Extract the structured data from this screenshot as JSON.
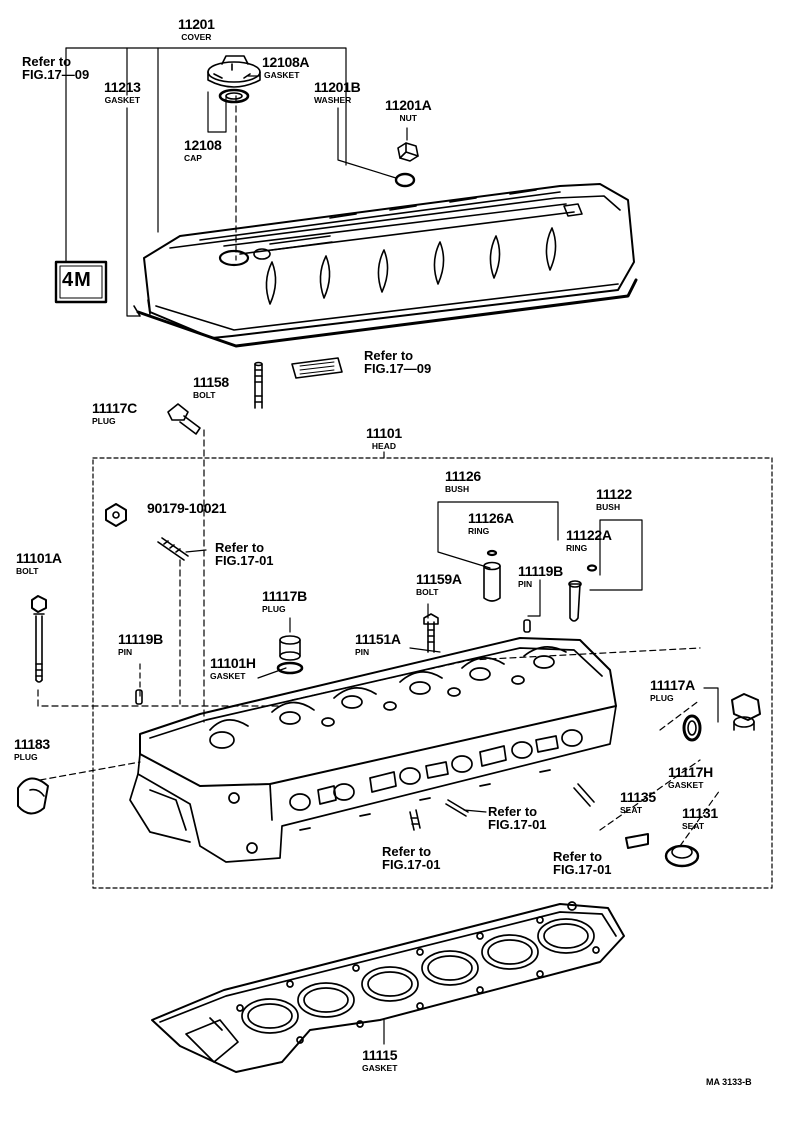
{
  "parts": [
    {
      "id": "cover",
      "number": "11201",
      "name": "COVER"
    },
    {
      "id": "gasket-cover",
      "number": "11213",
      "name": "GASKET"
    },
    {
      "id": "gasket-cap",
      "number": "12108A",
      "name": "GASKET"
    },
    {
      "id": "cap",
      "number": "12108",
      "name": "CAP"
    },
    {
      "id": "washer",
      "number": "11201B",
      "name": "WASHER"
    },
    {
      "id": "nut",
      "number": "11201A",
      "name": "NUT"
    },
    {
      "id": "bolt-11158",
      "number": "11158",
      "name": "BOLT"
    },
    {
      "id": "plug-11117c",
      "number": "11117C",
      "name": "PLUG"
    },
    {
      "id": "head",
      "number": "11101",
      "name": "HEAD"
    },
    {
      "id": "bush-11126",
      "number": "11126",
      "name": "BUSH"
    },
    {
      "id": "ring-11126a",
      "number": "11126A",
      "name": "RING"
    },
    {
      "id": "bush-11122",
      "number": "11122",
      "name": "BUSH"
    },
    {
      "id": "ring-11122a",
      "number": "11122A",
      "name": "RING"
    },
    {
      "id": "bolt-11159a",
      "number": "11159A",
      "name": "BOLT"
    },
    {
      "id": "pin-11119b-right",
      "number": "11119B",
      "name": "PIN"
    },
    {
      "id": "bolt-11101a",
      "number": "11101A",
      "name": "BOLT"
    },
    {
      "id": "plug-11117b",
      "number": "11117B",
      "name": "PLUG"
    },
    {
      "id": "pin-11151a",
      "number": "11151A",
      "name": "PIN"
    },
    {
      "id": "pin-11119b-left",
      "number": "11119B",
      "name": "PIN"
    },
    {
      "id": "gasket-11101h",
      "number": "11101H",
      "name": "GASKET"
    },
    {
      "id": "plug-11117a",
      "number": "11117A",
      "name": "PLUG"
    },
    {
      "id": "plug-11183",
      "number": "11183",
      "name": "PLUG"
    },
    {
      "id": "gasket-11117h",
      "number": "11117H",
      "name": "GASKET"
    },
    {
      "id": "seat-11135",
      "number": "11135",
      "name": "SEAT"
    },
    {
      "id": "seat-11131",
      "number": "11131",
      "name": "SEAT"
    },
    {
      "id": "gasket-11115",
      "number": "11115",
      "name": "GASKET"
    }
  ],
  "standalone_part": "90179-10021",
  "refs": {
    "fig17_09": [
      "Refer to",
      "FIG.17—09"
    ],
    "fig17_01": [
      "Refer to",
      "FIG.17-01"
    ]
  },
  "emblem": "4M",
  "drawing_code": "MA 3133-B"
}
